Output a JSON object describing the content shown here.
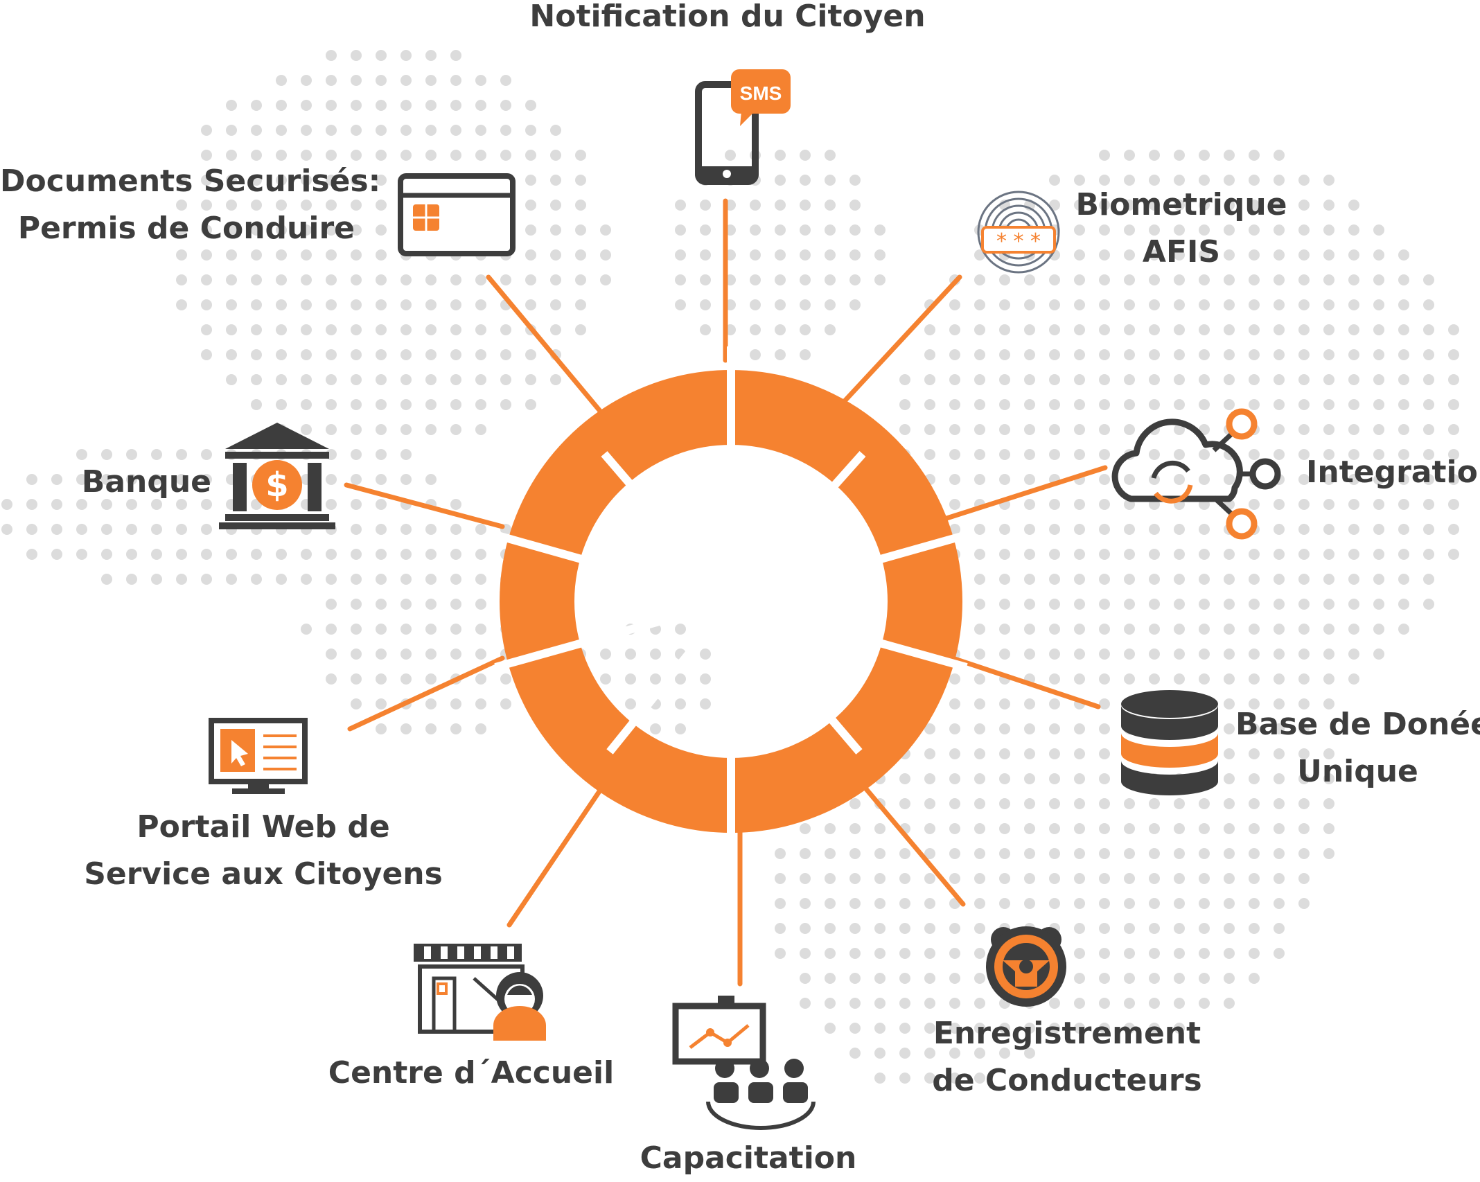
{
  "colors": {
    "accent": "#f58230",
    "dark": "#3d3d3d",
    "dots": "#dcdcdc"
  },
  "nodes": {
    "notification": {
      "line1": "Notification du Citoyen",
      "icon": "sms-phone-icon"
    },
    "biometric": {
      "line1": "Biometrique",
      "line2": "AFIS",
      "icon": "fingerprint-icon"
    },
    "integration": {
      "line1": "Integration",
      "icon": "cloud-network-icon"
    },
    "database": {
      "line1": "Base de Donées",
      "line2": "Unique",
      "icon": "database-icon"
    },
    "drivers": {
      "line1": "Enregistrement",
      "line2": "de Conducteurs",
      "icon": "steering-wheel-icon"
    },
    "training": {
      "line1": "Capacitation",
      "icon": "presentation-icon"
    },
    "reception": {
      "line1": "Centre d´Accueil",
      "icon": "shop-reception-icon"
    },
    "portal": {
      "line1": "Portail Web de",
      "line2": "Service aux Citoyens",
      "icon": "monitor-icon"
    },
    "bank": {
      "line1": "Banque",
      "icon": "bank-icon"
    },
    "documents": {
      "line1": "Documents Securisés:",
      "line2": "Permis de Conduire",
      "icon": "id-card-icon"
    }
  }
}
